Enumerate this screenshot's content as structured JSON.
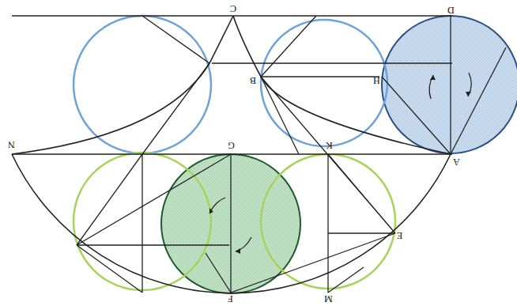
{
  "diagram": {
    "labels": [
      "C",
      "D",
      "B",
      "H",
      "N",
      "G",
      "K",
      "A",
      "F",
      "M",
      "E"
    ]
  }
}
